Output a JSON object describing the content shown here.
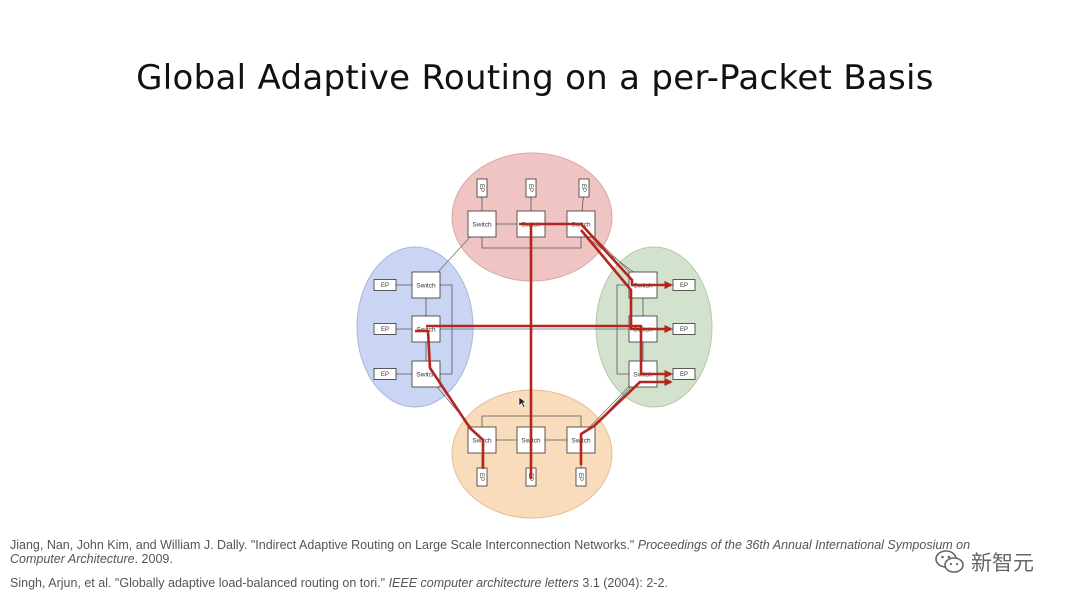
{
  "slide": {
    "title": "Global Adaptive Routing on a per-Packet Basis"
  },
  "diagram": {
    "groups": [
      {
        "id": "top",
        "color": "#f0c4c2",
        "stroke": "#d9a8a6",
        "switches": [
          "Switch",
          "Switch",
          "Switch"
        ],
        "endpoints": [
          "EP",
          "EP",
          "EP"
        ]
      },
      {
        "id": "left",
        "color": "#c9d5f2",
        "stroke": "#a7b7de",
        "switches": [
          "Switch",
          "Switch",
          "Switch"
        ],
        "endpoints": [
          "EP",
          "EP",
          "EP"
        ]
      },
      {
        "id": "right",
        "color": "#d3e2cc",
        "stroke": "#b3c9a9",
        "switches": [
          "Switch",
          "Switch",
          "Switch"
        ],
        "endpoints": [
          "EP",
          "EP",
          "EP"
        ]
      },
      {
        "id": "bottom",
        "color": "#f8dcbb",
        "stroke": "#e2c096",
        "switches": [
          "Switch",
          "Switch",
          "Switch"
        ],
        "endpoints": [
          "EP",
          "EP",
          "EP"
        ]
      }
    ],
    "route_color": "#b3261e"
  },
  "references": [
    {
      "plain": "Jiang, Nan, John Kim, and William J. Dally. \"Indirect Adaptive Routing on Large Scale Interconnection Networks.\" ",
      "italic": "Proceedings of the 36th Annual International Symposium on Computer Architecture",
      "tail": ". 2009."
    },
    {
      "plain": "Singh, Arjun, et al. \"Globally adaptive load-balanced routing on tori.\" ",
      "italic": "IEEE computer architecture letters",
      "tail": " 3.1 (2004): 2-2."
    }
  ],
  "watermark": {
    "text": "新智元",
    "icon": "wechat-icon"
  }
}
